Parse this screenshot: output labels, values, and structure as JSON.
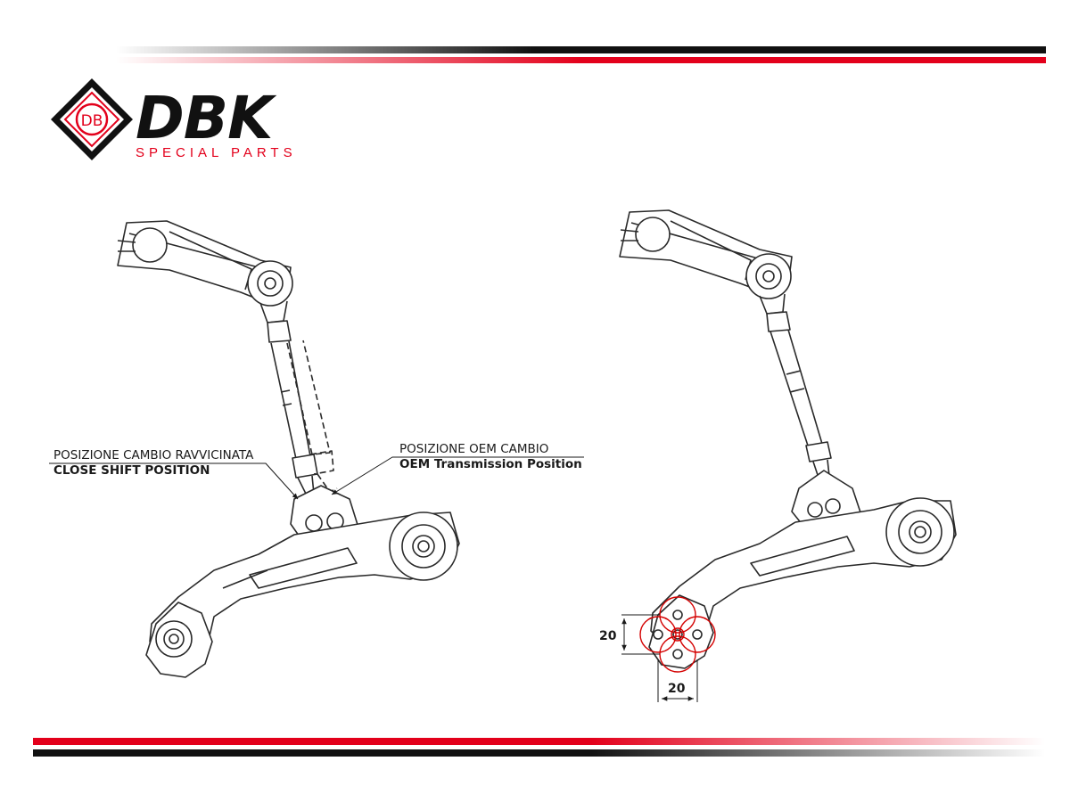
{
  "brand": {
    "monogram": "DB",
    "name": "DBK",
    "tagline": "SPECIAL PARTS"
  },
  "colors": {
    "accent_red": "#e3001b",
    "ink": "#111111",
    "line": "#2a2a2a"
  },
  "callouts": {
    "close_shift": {
      "italian": "POSIZIONE CAMBIO RAVVICINATA",
      "english": "CLOSE SHIFT POSITION"
    },
    "oem": {
      "italian": "POSIZIONE OEM CAMBIO",
      "english": "OEM Transmission Position"
    }
  },
  "dimensions": {
    "vertical": "20",
    "horizontal": "20"
  }
}
